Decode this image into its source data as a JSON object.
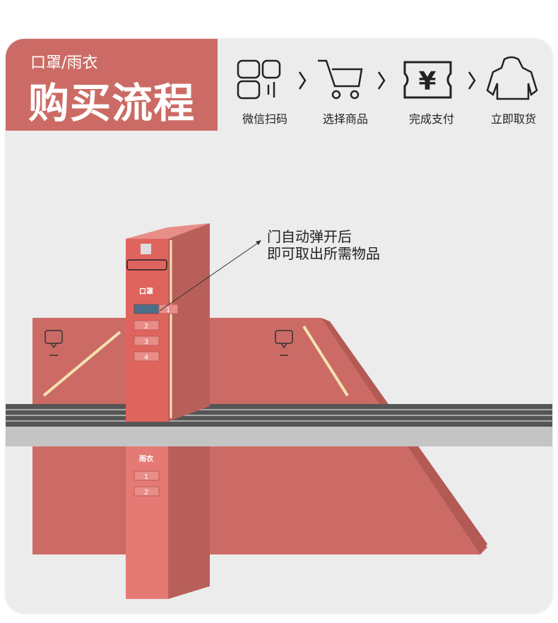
{
  "header": {
    "subtitle": "口罩/雨衣",
    "title": "购买流程"
  },
  "steps": [
    {
      "label": "微信扫码",
      "icon": "qr-scan-icon"
    },
    {
      "label": "选择商品",
      "icon": "cart-icon"
    },
    {
      "label": "完成支付",
      "icon": "yen-ticket-icon"
    },
    {
      "label": "立即取货",
      "icon": "jacket-icon"
    }
  ],
  "callout": {
    "line1": "门自动弹开后",
    "line2": "即可取出所需物品"
  },
  "upper_cabinet": {
    "label": "口罩",
    "slots": [
      "1",
      "2",
      "3",
      "4"
    ]
  },
  "lower_cabinet": {
    "label": "雨衣",
    "slots": [
      "1",
      "2"
    ]
  },
  "colors": {
    "brand": "#cc6b65",
    "background": "#ececec"
  }
}
